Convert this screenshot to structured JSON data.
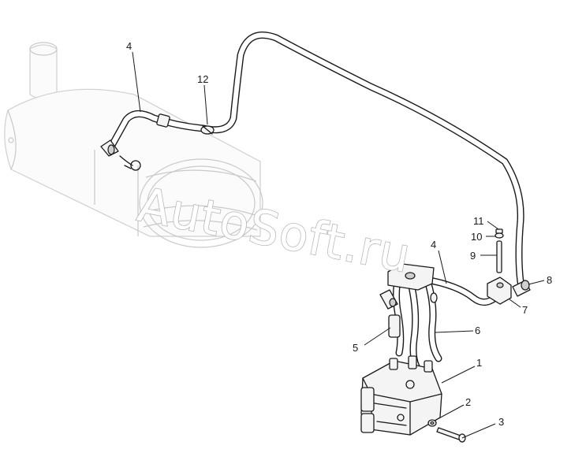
{
  "watermark": "AutoSoft.ru",
  "callouts": [
    {
      "id": "c4a",
      "label": "4"
    },
    {
      "id": "c12",
      "label": "12"
    },
    {
      "id": "c11",
      "label": "11"
    },
    {
      "id": "c10",
      "label": "10"
    },
    {
      "id": "c9",
      "label": "9"
    },
    {
      "id": "c4b",
      "label": "4"
    },
    {
      "id": "c8",
      "label": "8"
    },
    {
      "id": "c7",
      "label": "7"
    },
    {
      "id": "c6",
      "label": "6"
    },
    {
      "id": "c5",
      "label": "5"
    },
    {
      "id": "c1",
      "label": "1"
    },
    {
      "id": "c2",
      "label": "2"
    },
    {
      "id": "c3",
      "label": "3"
    }
  ],
  "colors": {
    "line": "#1a1a1a",
    "ghost": "#c9c9c9",
    "watermark_stroke": "#b8b8b8"
  }
}
